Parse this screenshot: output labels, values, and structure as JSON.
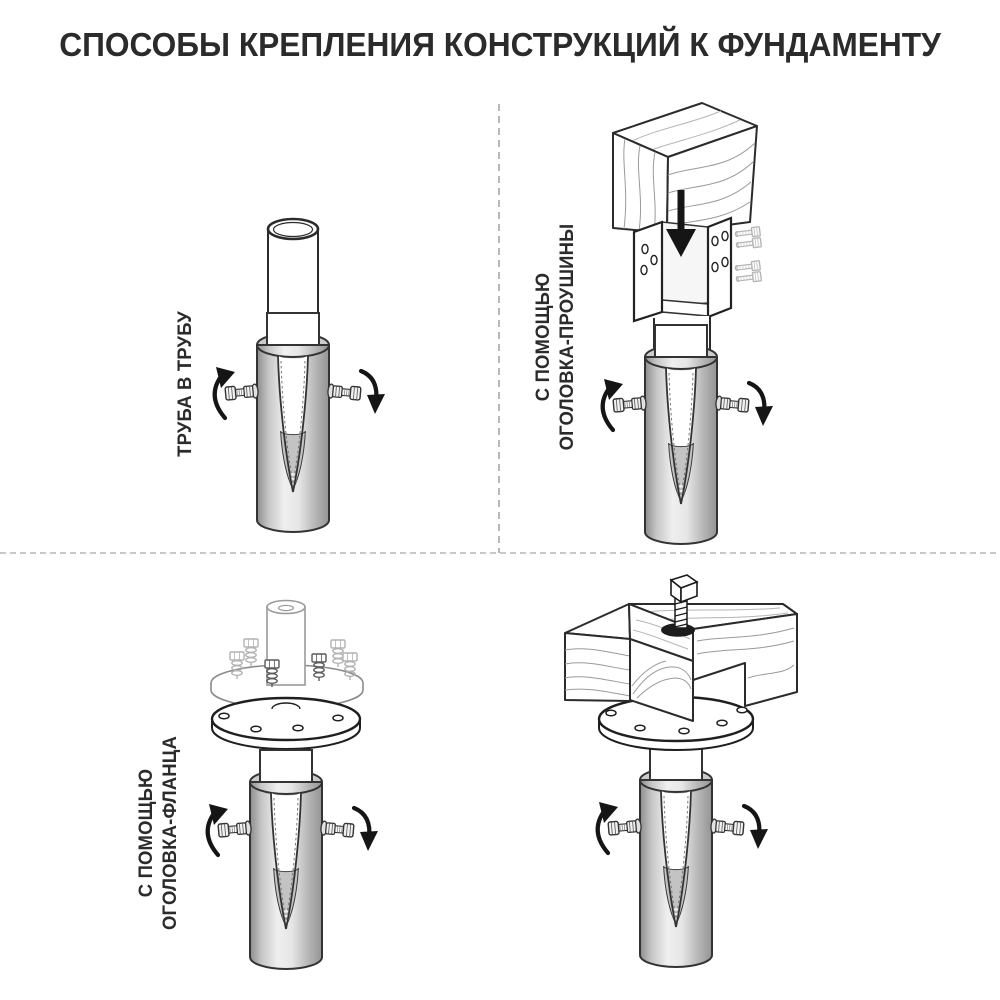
{
  "title": "СПОСОБЫ КРЕПЛЕНИЯ КОНСТРУКЦИЙ К ФУНДАМЕНТУ",
  "quadrants": {
    "top_left": {
      "label": "ТРУБА В ТРУБУ"
    },
    "top_right": {
      "label_line1": "С ПОМОЩЬЮ",
      "label_line2": "ОГОЛОВКА-ПРОУШИНЫ"
    },
    "bottom_left": {
      "label_line1": "С ПОМОЩЬЮ",
      "label_line2": "ОГОЛОВКА-ФЛАНЦА"
    },
    "bottom_right": {
      "label": ""
    }
  },
  "icons": {
    "rotation_arrow": "curved rotation arrow",
    "down_arrow": "insertion direction arrow"
  },
  "colors": {
    "background": "#ffffff",
    "text": "#2b2b2b",
    "line": "#333333",
    "pile_dark": "#8d8d8d",
    "pile_light": "#efefef",
    "notch_inner": "#c3c3c3",
    "arrow": "#151515",
    "ghost_line": "#b2b2b2",
    "divider": "#a8a8a8"
  }
}
